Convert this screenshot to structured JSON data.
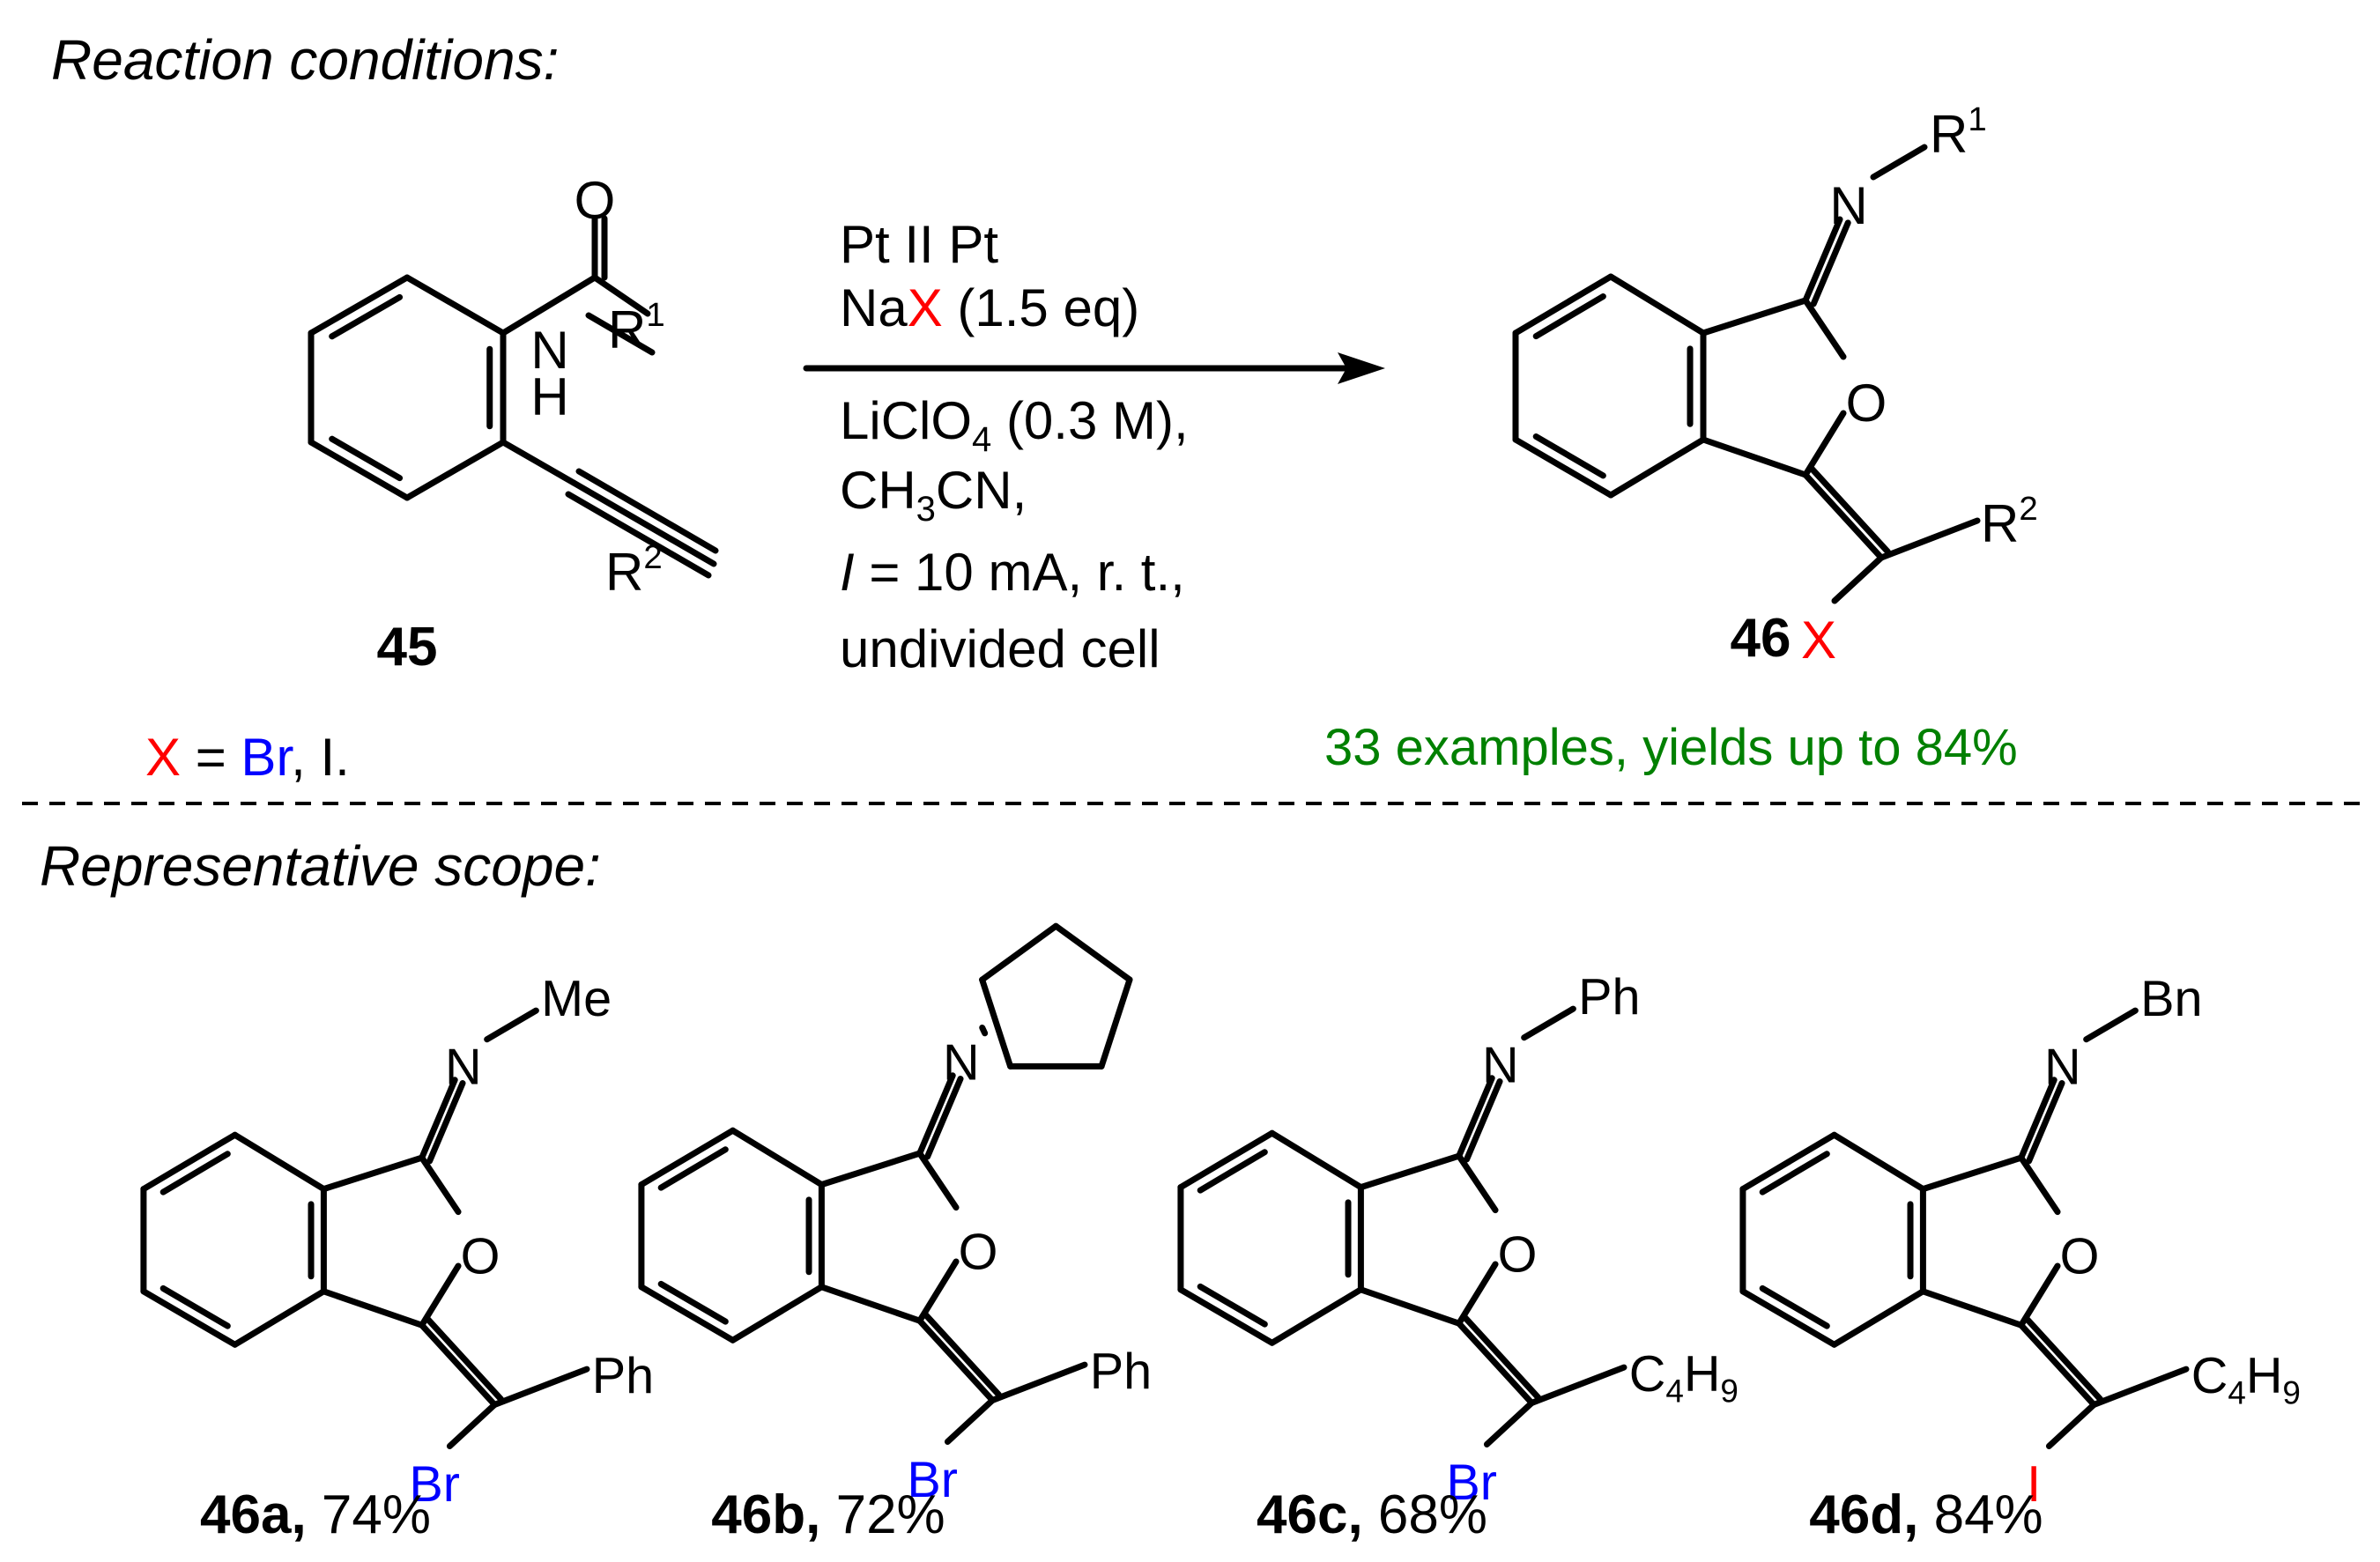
{
  "headings": {
    "conditions": "Reaction conditions:",
    "scope": "Representative scope:"
  },
  "colors": {
    "ink": "#000000",
    "halogen_red": "#ff0000",
    "halogen_blue": "#0000ff",
    "yield_green": "#008000"
  },
  "starting_material": {
    "label": "45",
    "atom_O": "O",
    "atom_N": "N",
    "atom_H": "H",
    "r1": "R",
    "r1_sup": "1",
    "r2": "R",
    "r2_sup": "2"
  },
  "conditions": {
    "electrodes": "Pt II Pt",
    "salt_prefix": "Na",
    "salt_x": "X",
    "salt_eq": " (1.5 eq)",
    "electrolyte_prefix": "LiClO",
    "electrolyte_sub": "4",
    "electrolyte_suffix": " (0.3 M),",
    "solvent_prefix": "CH",
    "solvent_sub": "3",
    "solvent_suffix": "CN,",
    "current_symbol": "I",
    "current_rest": " = 10 mA, r. t.,",
    "cell": "undivided cell"
  },
  "halogen_key": {
    "x": "X",
    "equals": " = ",
    "br": "Br",
    "rest": ", I."
  },
  "product": {
    "label": "46",
    "atom_N": "N",
    "atom_O": "O",
    "atom_X": "X",
    "r1": "R",
    "r1_sup": "1",
    "r2": "R",
    "r2_sup": "2",
    "summary": "33 examples, yields up to 84%"
  },
  "scope": [
    {
      "id": "46a",
      "label": "46a,",
      "yield": " 74%",
      "n_sub": "Me",
      "halogen": "Br",
      "halogen_color": "blue",
      "sub_main": "Ph",
      "sub_c": "",
      "sub_c4": "",
      "sub_h": "",
      "sub_h9": ""
    },
    {
      "id": "46b",
      "label": "46b,",
      "yield": " 72%",
      "n_sub": "",
      "halogen": "Br",
      "halogen_color": "blue",
      "sub_main": "Ph",
      "sub_c": "",
      "sub_c4": "",
      "sub_h": "",
      "sub_h9": ""
    },
    {
      "id": "46c",
      "label": "46c,",
      "yield": " 68%",
      "n_sub": "Ph",
      "halogen": "Br",
      "halogen_color": "blue",
      "sub_main": "",
      "sub_c": "C",
      "sub_c4": "4",
      "sub_h": "H",
      "sub_h9": "9"
    },
    {
      "id": "46d",
      "label": "46d,",
      "yield": " 84%",
      "n_sub": "Bn",
      "halogen": "I",
      "halogen_color": "red",
      "sub_main": "",
      "sub_c": "C",
      "sub_c4": "4",
      "sub_h": "H",
      "sub_h9": "9"
    }
  ],
  "common_atoms": {
    "N": "N",
    "O": "O"
  }
}
